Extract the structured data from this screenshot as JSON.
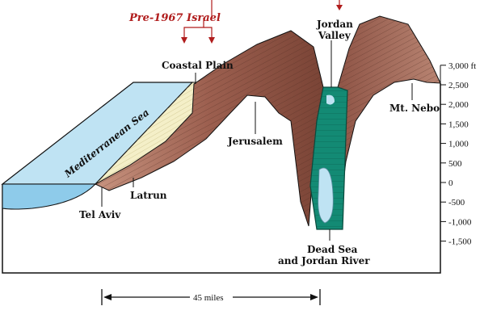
{
  "labels": {
    "pre_1967": "Pre-1967 Israel",
    "coastal_plain": "Coastal Plain",
    "jordan_valley_1": "Jordan",
    "jordan_valley_2": "Valley",
    "jerusalem": "Jerusalem",
    "mt_nebo": "Mt. Nebo",
    "mediterranean": "Mediterranean Sea",
    "latrun": "Latrun",
    "tel_aviv": "Tel Aviv",
    "dead_sea_1": "Dead Sea",
    "dead_sea_2": "and Jordan River",
    "distance": "45 miles"
  },
  "elevation_scale": {
    "ticks": [
      {
        "value": 3000,
        "label": "3,000 ft"
      },
      {
        "value": 2500,
        "label": "2,500"
      },
      {
        "value": 2000,
        "label": "2,000"
      },
      {
        "value": 1500,
        "label": "1,500"
      },
      {
        "value": 1000,
        "label": "1,000"
      },
      {
        "value": 500,
        "label": "500"
      },
      {
        "value": 0,
        "label": "0"
      },
      {
        "value": -500,
        "label": "-500"
      },
      {
        "value": -1000,
        "label": "-1,000"
      },
      {
        "value": -1500,
        "label": "-1,500"
      }
    ]
  },
  "colors": {
    "sea": "#bfe3f3",
    "sea_deep": "#8ecbea",
    "plain": "#f4efc8",
    "hills": "#a9705f",
    "hills_dark": "#6b3b2e",
    "valley": "#138a74",
    "arrow": "#b01c1c"
  }
}
